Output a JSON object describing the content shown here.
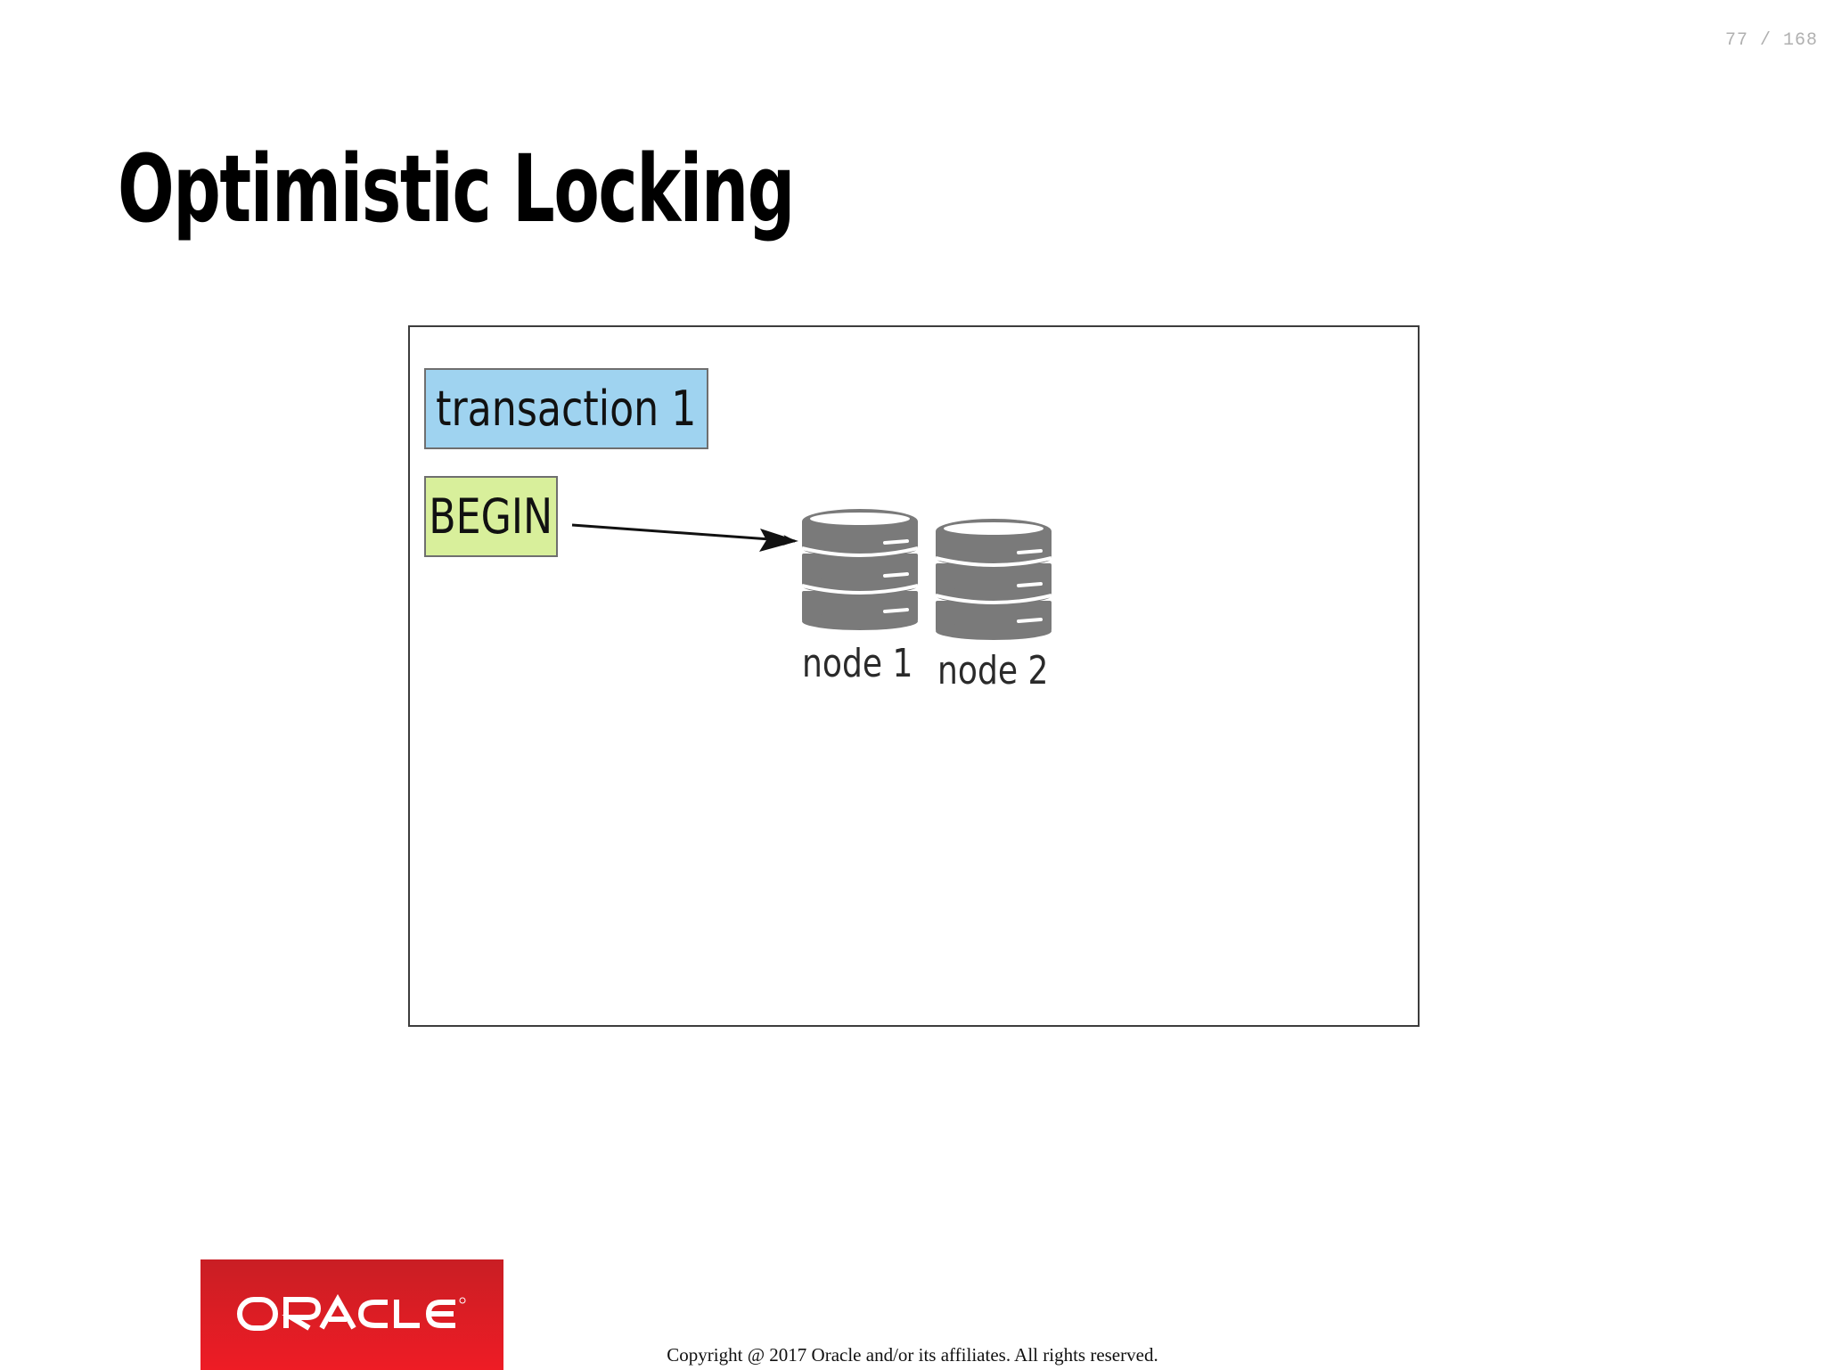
{
  "page_counter": "77 / 168",
  "title": "Optimistic Locking",
  "diagram": {
    "transaction_label": "transaction 1",
    "begin_label": "BEGIN",
    "nodes": [
      {
        "label": "node 1"
      },
      {
        "label": "node 2"
      }
    ],
    "colors": {
      "transaction_box": "#9fd3f0",
      "begin_box": "#d8ef9b",
      "database_icon": "#7a7a7a"
    }
  },
  "footer": {
    "logo_text": "ORACLE",
    "logo_color": "#ee1c25",
    "copyright": "Copyright @ 2017 Oracle and/or its affiliates. All rights reserved."
  }
}
